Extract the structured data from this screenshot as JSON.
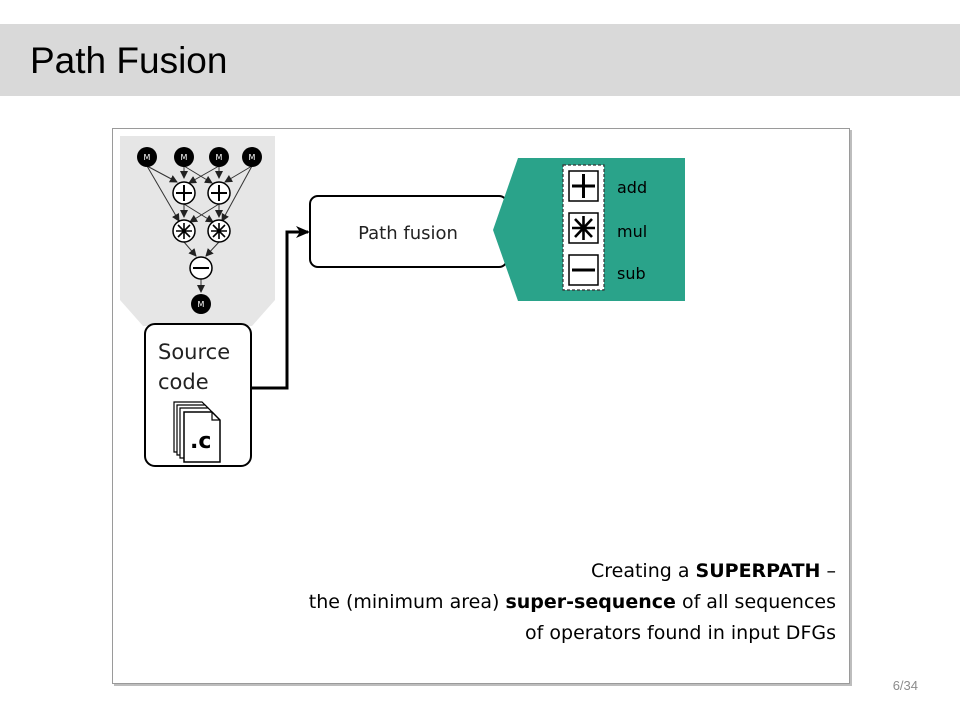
{
  "slide": {
    "title": "Path Fusion",
    "page_number": "6/34"
  },
  "diagram": {
    "dfg_nodes": {
      "memory": "M",
      "add": "+",
      "mul": "*",
      "sub": "−"
    },
    "source_box": {
      "line1": "Source",
      "line2": "code",
      "file_ext": ".c"
    },
    "fusion_box_label": "Path fusion",
    "superpath": {
      "items": [
        {
          "symbol": "+",
          "label": "add"
        },
        {
          "symbol": "*",
          "label": "mul"
        },
        {
          "symbol": "−",
          "label": "sub"
        }
      ],
      "background_color": "#2aa38a"
    }
  },
  "caption": {
    "line1_prefix": "Creating a ",
    "line1_bold": "SUPERPATH",
    "line1_suffix": " –",
    "line2_prefix": "the (minimum area) ",
    "line2_bold": "super-sequence",
    "line2_suffix": " of all sequences",
    "line3": "of operators found in input DFGs"
  }
}
